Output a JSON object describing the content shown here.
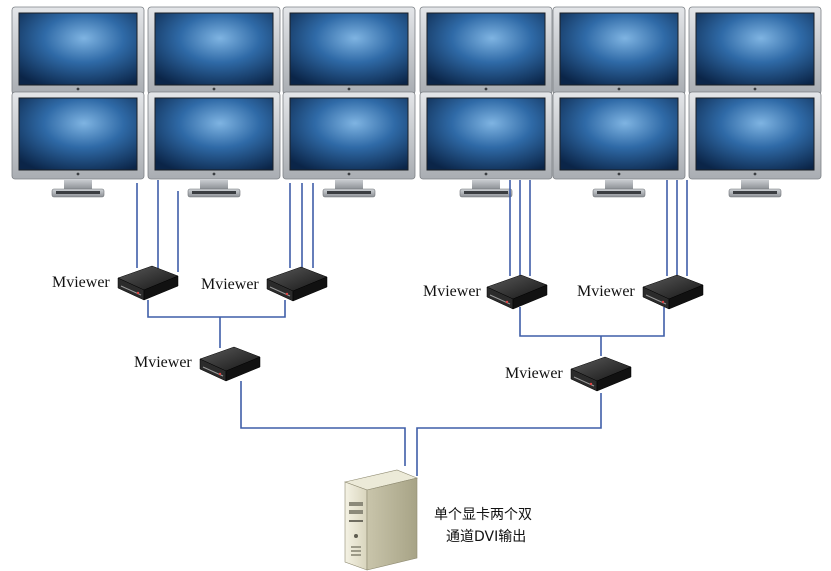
{
  "devices": {
    "mviewer_label": "Mviewer"
  },
  "caption": {
    "line1": "单个显卡两个双",
    "line2": "通道DVI输出"
  },
  "colors": {
    "cable": "#3f5ea8",
    "screen_dark": "#0d2c55",
    "screen_light": "#6fa6d9",
    "bezel": "#c8cbcf",
    "device": "#222222"
  },
  "icons": [
    "monitor-icon",
    "mviewer-box-icon",
    "pc-tower-icon"
  ]
}
